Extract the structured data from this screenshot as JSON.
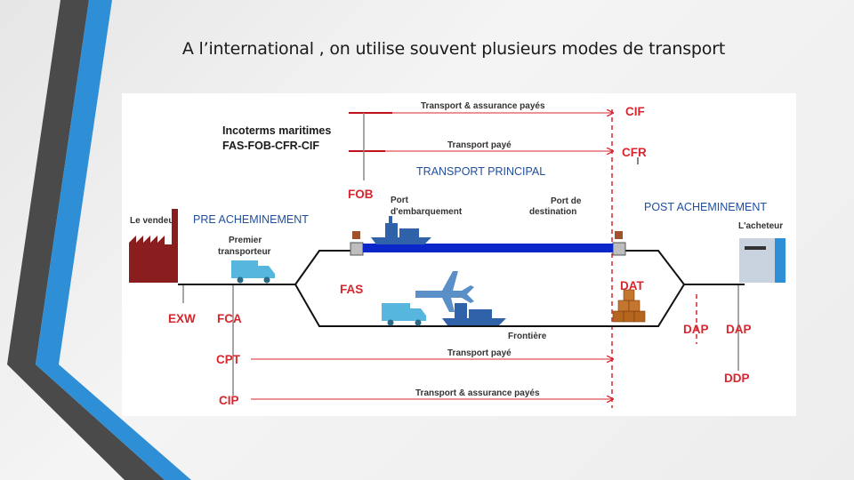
{
  "slide": {
    "title": "A l’international , on utilise souvent plusieurs modes de transport"
  },
  "diagram": {
    "heading_line1": "Incoterms maritimes",
    "heading_line2": "FAS-FOB-CFR-CIF",
    "sections": {
      "pre": "PRE ACHEMINEMENT",
      "main": "TRANSPORT PRINCIPAL",
      "post": "POST ACHEMINEMENT"
    },
    "parties": {
      "seller": "Le vendeur",
      "buyer": "L'acheteur",
      "first_carrier_line1": "Premier",
      "first_carrier_line2": "transporteur"
    },
    "ports": {
      "loading_line1": "Port",
      "loading_line2": "d'embarquement",
      "destination_line1": "Port de",
      "destination_line2": "destination",
      "border": "Frontière"
    },
    "incoterms": {
      "exw": "EXW",
      "fca": "FCA",
      "fas": "FAS",
      "fob": "FOB",
      "cfr": "CFR",
      "cif": "CIF",
      "dat": "DAT",
      "dap_left": "DAP",
      "dap_right": "DAP",
      "ddp": "DDP",
      "cpt": "CPT",
      "cip": "CIP"
    },
    "arrows": {
      "top_cif": "Transport & assurance payés",
      "top_cfr": "Transport payé",
      "bottom_cpt": "Transport payé",
      "bottom_cip": "Transport & assurance payés"
    },
    "colors": {
      "incoterm_label": "#d7262e",
      "arrow": "#d7262e",
      "heading": "#1a1a1a",
      "section": "#1f4e9e",
      "sea_route": "#0b27c9",
      "ship": "#2f62a8",
      "truck": "#56b6de",
      "factory": "#8a1d1d"
    },
    "icons": [
      "factory-icon",
      "truck-icon",
      "ship-icon",
      "airplane-icon",
      "warehouse-icon",
      "boxes-icon"
    ]
  }
}
